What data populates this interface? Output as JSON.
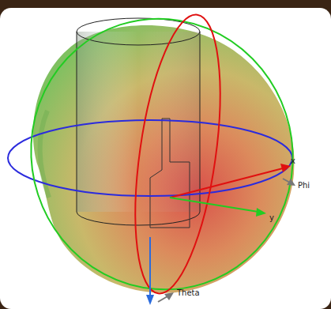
{
  "diagram": {
    "labels": [
      "x",
      "Phi",
      "y",
      "Theta"
    ]
  }
}
